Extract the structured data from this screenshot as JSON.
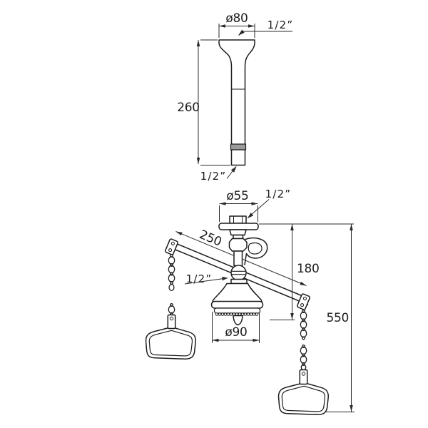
{
  "drawing": {
    "type": "technical-dimension-drawing",
    "subject": "ceiling mounted shower with support arm and pull chains",
    "colors": {
      "background": "#ffffff",
      "object_line": "#1d1d1d",
      "dimension_line": "#2a2a2a",
      "nut_band_fill": "#9b9b9b"
    },
    "labels": {
      "dia_inlet": "ø80",
      "thread_inlet": "1/2”",
      "inlet_length": "260",
      "thread_inlet_end": "1/2”",
      "dia_flange": "ø55",
      "thread_flange": "1/2”",
      "arm_length": "250",
      "head_drop": "180",
      "thread_head": "1/2”",
      "dia_head": "ø90",
      "total_drop": "550"
    }
  }
}
